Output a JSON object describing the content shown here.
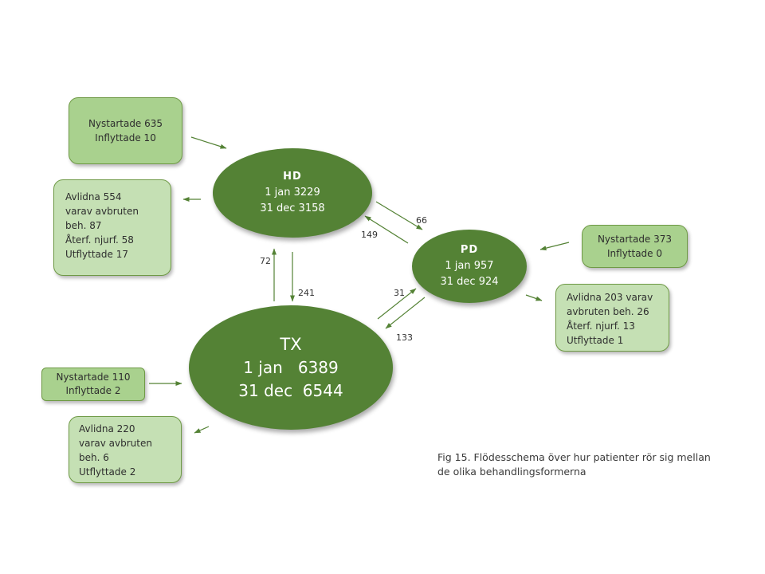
{
  "nodes": {
    "hd": {
      "title": "HD",
      "line1": "1 jan 3229",
      "line2": "31 dec 3158"
    },
    "pd": {
      "title": "PD",
      "line1": "1 jan 957",
      "line2": "31 dec 924"
    },
    "tx": {
      "title": "TX",
      "line1": "1 jan   6389",
      "line2": "31 dec  6544"
    }
  },
  "boxes": {
    "hd_in": {
      "lines": [
        "Nystartade 635",
        "Inflyttade 10"
      ]
    },
    "hd_out": {
      "lines": [
        "Avlidna 554",
        "varav avbruten",
        "beh. 87",
        "Återf. njurf. 58",
        "Utflyttade 17"
      ]
    },
    "pd_in": {
      "lines": [
        "Nystartade 373",
        "Inflyttade 0"
      ]
    },
    "pd_out": {
      "lines": [
        "Avlidna 203 varav",
        "avbruten beh. 26",
        "Återf. njurf. 13",
        "Utflyttade 1"
      ]
    },
    "tx_in": {
      "lines": [
        "Nystartade 110",
        "Inflyttade 2"
      ]
    },
    "tx_out": {
      "lines": [
        "Avlidna 220",
        "varav avbruten",
        "beh. 6",
        "Utflyttade 2"
      ]
    }
  },
  "flows": {
    "hd_to_pd": "66",
    "pd_to_hd": "149",
    "tx_to_hd": "72",
    "hd_to_tx": "241",
    "tx_to_pd": "31",
    "pd_to_tx": "133"
  },
  "caption": {
    "line1": "Fig 15. Flödesschema över hur patienter rör sig mellan",
    "line2": "de olika behandlingsformerna"
  },
  "colors": {
    "node": "#548235",
    "box_dark": "#a9d18e",
    "box_light": "#c5e0b4",
    "arrow": "#548235"
  }
}
